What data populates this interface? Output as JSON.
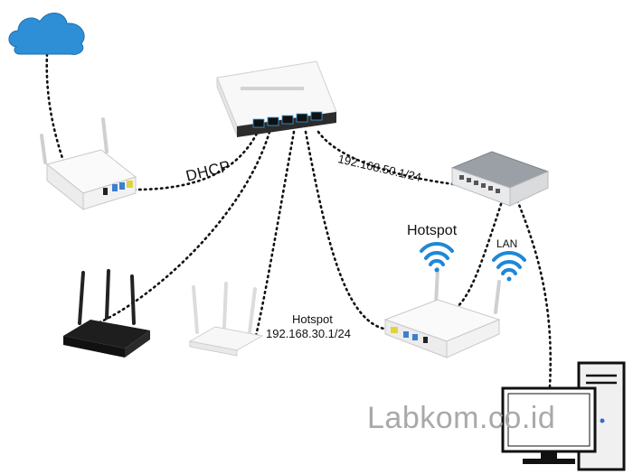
{
  "labels": {
    "dhcp": "DHCP",
    "wan_subnet": "192.168.50.1/24",
    "hotspot_top": "Hotspot",
    "lan": "LAN",
    "hotspot_bottom": "Hotspot",
    "hotspot_subnet": "192.168.30.1/24"
  },
  "watermark": "Labkom.co.id",
  "colors": {
    "cloud": "#2e8fd6",
    "wifi": "#1e88d8",
    "link": "#111111",
    "watermark": "#a9a9a9"
  }
}
